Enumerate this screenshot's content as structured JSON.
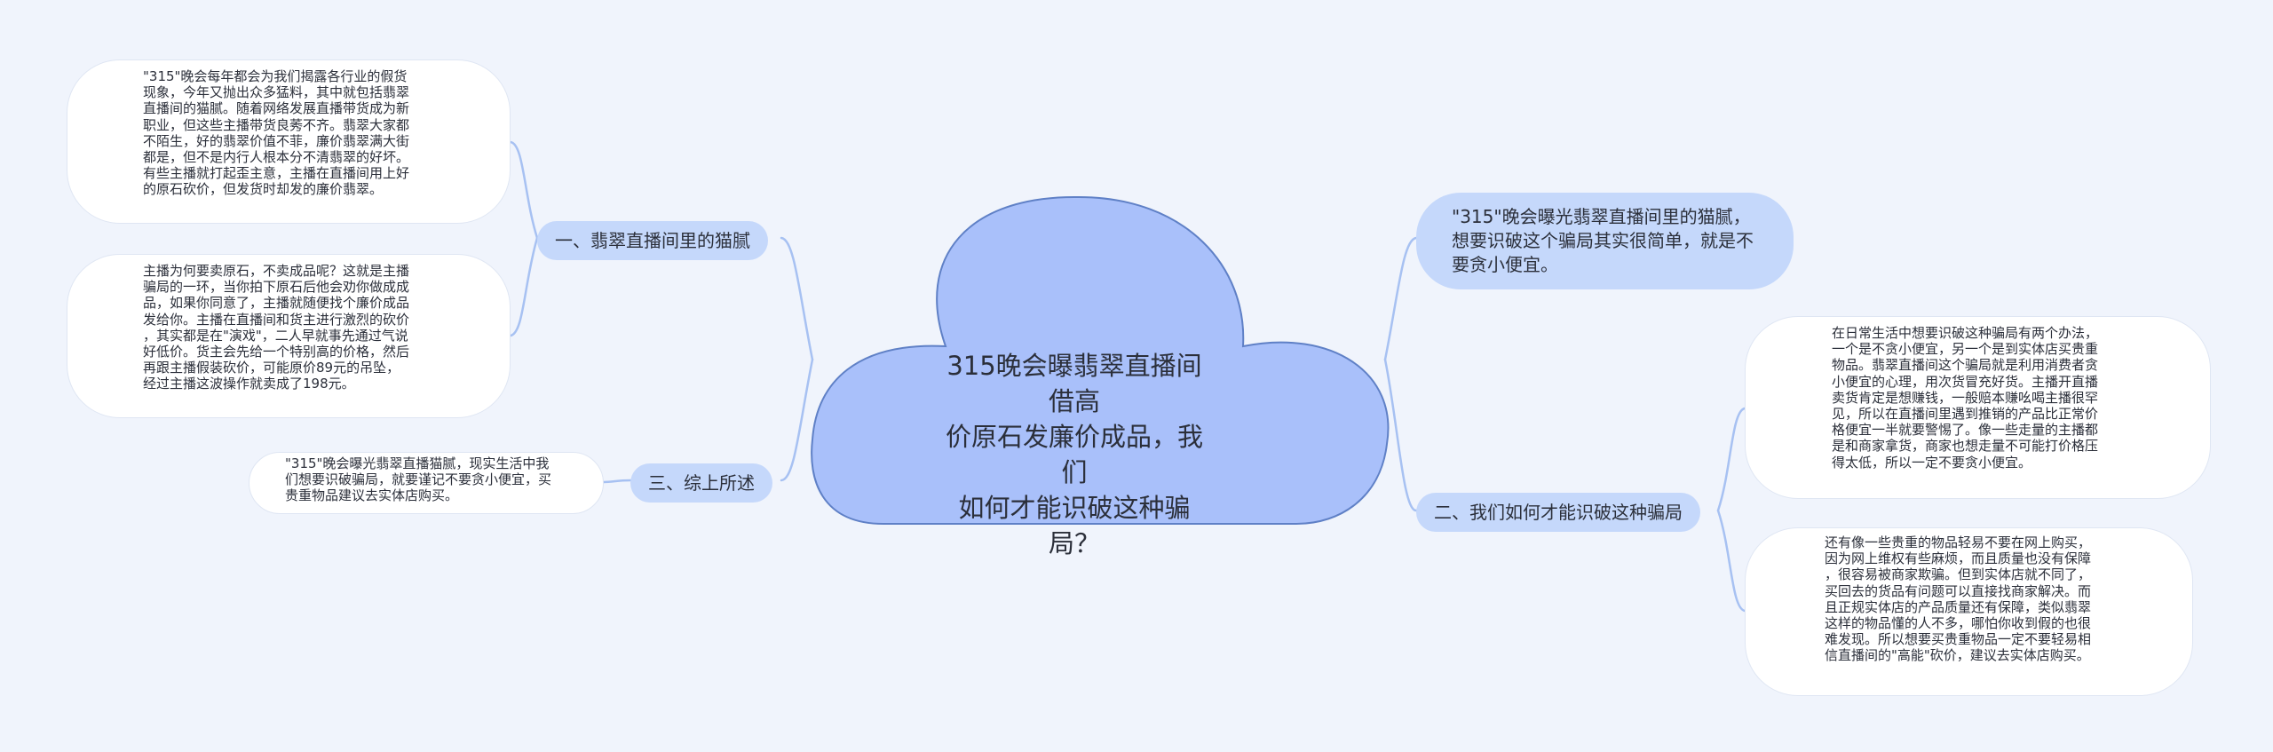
{
  "center": {
    "title_lines": [
      "315晚会曝翡翠直播间借高",
      "价原石发廉价成品，我们",
      "如何才能识破这种骗局？"
    ]
  },
  "branches": {
    "b1": "一、翡翠直播间里的猫腻",
    "b2": "二、我们如何才能识破这种骗局",
    "b3": "三、综上所述",
    "b4": "\"315\"晚会曝光翡翠直播间里的猫腻，想要识破这个骗局其实很简单，就是不要贪小便宜。"
  },
  "leaves": {
    "l1": "\"315\"晚会每年都会为我们揭露各行业的假货\n现象，今年又抛出众多猛料，其中就包括翡翠\n直播间的猫腻。随着网络发展直播带货成为新\n职业，但这些主播带货良莠不齐。翡翠大家都\n不陌生，好的翡翠价值不菲，廉价翡翠满大街\n都是，但不是内行人根本分不清翡翠的好坏。\n有些主播就打起歪主意，主播在直播间用上好\n的原石砍价，但发货时却发的廉价翡翠。",
    "l2": "主播为何要卖原石，不卖成品呢？这就是主播\n骗局的一环，当你拍下原石后他会劝你做成成\n品，如果你同意了，主播就随便找个廉价成品\n发给你。主播在直播间和货主进行激烈的砍价\n，其实都是在\"演戏\"，二人早就事先通过气说\n好低价。货主会先给一个特别高的价格，然后\n再跟主播假装砍价，可能原价89元的吊坠，\n经过主播这波操作就卖成了198元。",
    "l3": "\"315\"晚会曝光翡翠直播猫腻，现实生活中我\n们想要识破骗局，就要谨记不要贪小便宜，买\n贵重物品建议去实体店购买。",
    "l4": "在日常生活中想要识破这种骗局有两个办法，\n一个是不贪小便宜，另一个是到实体店买贵重\n物品。翡翠直播间这个骗局就是利用消费者贪\n小便宜的心理，用次货冒充好货。主播开直播\n卖货肯定是想赚钱，一般赔本赚吆喝主播很罕\n见，所以在直播间里遇到推销的产品比正常价\n格便宜一半就要警惕了。像一些走量的主播都\n是和商家拿货，商家也想走量不可能打价格压\n得太低，所以一定不要贪小便宜。",
    "l5": "还有像一些贵重的物品轻易不要在网上购买，\n因为网上维权有些麻烦，而且质量也没有保障\n，很容易被商家欺骗。但到实体店就不同了，\n买回去的货品有问题可以直接找商家解决。而\n且正规实体店的产品质量还有保障，类似翡翠\n这样的物品懂的人不多，哪怕你收到假的也很\n难发现。所以想要买贵重物品一定不要轻易相\n信直播间的\"高能\"砍价，建议去实体店购买。"
  },
  "colors": {
    "background": "#f0f4fc",
    "cloud_fill": "#a9c0fa",
    "cloud_stroke": "#5f80c6",
    "branch_fill": "#c5d8fb",
    "connector": "#a7c1f2"
  }
}
